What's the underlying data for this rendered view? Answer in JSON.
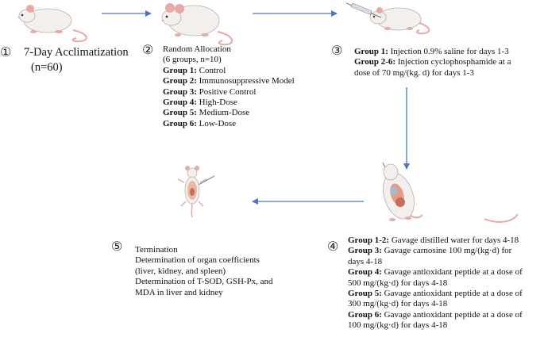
{
  "step1": {
    "number": "①",
    "title": "7-Day Acclimatization",
    "subtitle": "(n=60)"
  },
  "step2": {
    "number": "②",
    "title": "Random Allocation",
    "subtitle": "(6 groups,  n=10)",
    "groups": [
      {
        "label": "Group 1:",
        "text": "Control"
      },
      {
        "label": "Group 2:",
        "text": "Immunosuppressive Model"
      },
      {
        "label": "Group 3:",
        "text": "Positive Control"
      },
      {
        "label": "Group 4:",
        "text": "High-Dose"
      },
      {
        "label": "Group 5:",
        "text": "Medium-Dose"
      },
      {
        "label": "Group 6:",
        "text": "Low-Dose"
      }
    ]
  },
  "step3": {
    "number": "③",
    "lines": [
      {
        "label": "Group 1:",
        "text": " Injection  0.9% saline for days 1-3"
      },
      {
        "label": "Group 2-6:",
        "text": " Injection cyclophosphamide at a"
      },
      {
        "label": "",
        "text": "dose of  70 mg/(kg. d) for days 1-3"
      }
    ]
  },
  "step4": {
    "number": "④",
    "lines": [
      {
        "label": "Group 1-2:",
        "text": " Gavage  distilled water for days 4-18"
      },
      {
        "label": "Group 3:",
        "text": " Gavage carnosine 100 mg/(kg·d)  for"
      },
      {
        "label": "",
        "text": "days 4-18"
      },
      {
        "label": "Group 4:",
        "text": " Gavage antioxidant peptide at a dose of"
      },
      {
        "label": "",
        "text": "500 mg/(kg·d)  for days 4-18"
      },
      {
        "label": "Group 5:",
        "text": " Gavage antioxidant peptide at a dose of"
      },
      {
        "label": "",
        "text": "300 mg/(kg·d)  for days 4-18"
      },
      {
        "label": "Group 6:",
        "text": " Gavage antioxidant peptide at a dose of"
      },
      {
        "label": "",
        "text": "100 mg/(kg·d)  for days 4-18"
      }
    ]
  },
  "step5": {
    "number": "⑤",
    "lines": [
      "Termination",
      "Determination of   organ coefficients",
      "(liver, kidney, and spleen)",
      "Determination of T-SOD, GSH-Px, and",
      "MDA in liver and kidney"
    ]
  },
  "colors": {
    "arrow": "#4a78c4",
    "mouse_body": "#f3efec",
    "mouse_outline": "#b9b0ab",
    "ear_tail": "#e7a9a7"
  }
}
